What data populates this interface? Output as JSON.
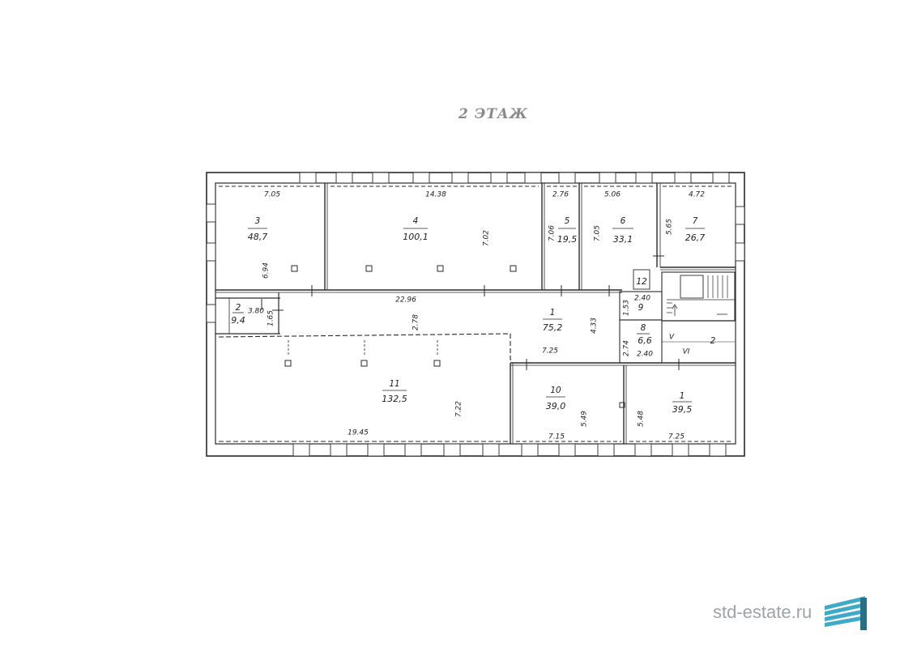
{
  "title": "2 ЭТАЖ",
  "rooms": [
    {
      "key": "r3",
      "number": "3",
      "area": "48,7"
    },
    {
      "key": "r4",
      "number": "4",
      "area": "100,1"
    },
    {
      "key": "r5",
      "number": "5",
      "area": "19,5"
    },
    {
      "key": "r6",
      "number": "6",
      "area": "33,1"
    },
    {
      "key": "r7",
      "number": "7",
      "area": "26,7"
    },
    {
      "key": "r2a",
      "number": "2",
      "area": "9,4"
    },
    {
      "key": "r1a",
      "number": "1",
      "area": "75,2"
    },
    {
      "key": "r11",
      "number": "11",
      "area": "132,5"
    },
    {
      "key": "r10",
      "number": "10",
      "area": "39,0"
    },
    {
      "key": "r1b",
      "number": "1",
      "area": "39,5"
    },
    {
      "key": "r9",
      "number": "9",
      "area": ""
    },
    {
      "key": "r8",
      "number": "8",
      "area": "6,6"
    },
    {
      "key": "r12",
      "number": "12",
      "area": ""
    },
    {
      "key": "r2b",
      "number": "2",
      "area": ""
    }
  ],
  "dimensions": {
    "d_705_top": "7.05",
    "d_1438": "14.38",
    "d_276": "2.76",
    "d_506": "5.06",
    "d_472": "4.72",
    "d_694": "6.94",
    "d_702": "7.02",
    "d_706": "7.06",
    "d_705_r6": "7.05",
    "d_565": "5.65",
    "d_2296": "22.96",
    "d_278": "2.78",
    "d_433": "4.33",
    "d_380": "3.80",
    "d_165": "1.65",
    "d_153": "1.53",
    "d_240a": "2.40",
    "d_240b": "2.40",
    "d_274": "2.74",
    "d_725_mid": "7.25",
    "d_1945": "19.45",
    "d_722": "7.22",
    "d_715": "7.15",
    "d_549": "5.49",
    "d_548": "5.48",
    "d_725_bot": "7.25"
  },
  "stair_marks": [
    "V",
    "VI"
  ],
  "watermark": {
    "text": "std-estate.ru"
  },
  "colors": {
    "line": "#2a2a2a",
    "title": "#8a8a8a",
    "watermark_text": "#9ea3a8",
    "logo": "#3fa9c9"
  }
}
